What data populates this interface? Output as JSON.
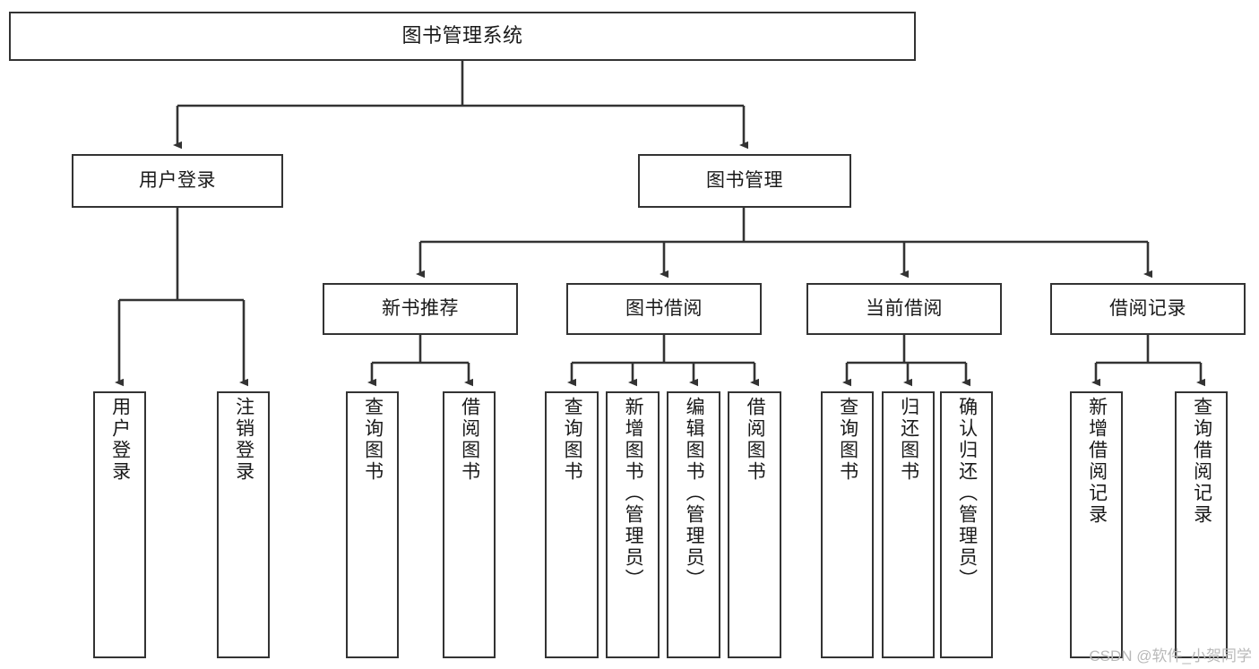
{
  "diagram": {
    "type": "tree",
    "title": "图书管理系统",
    "colors": {
      "box_border": "#333333",
      "box_fill": "#ffffff",
      "line": "#333333",
      "text": "#1a1a1a",
      "watermark": "#b9b9b9"
    },
    "root": {
      "label": "图书管理系统"
    },
    "level1": [
      {
        "label": "用户登录"
      },
      {
        "label": "图书管理"
      }
    ],
    "level2": [
      {
        "label": "新书推荐"
      },
      {
        "label": "图书借阅"
      },
      {
        "label": "当前借阅"
      },
      {
        "label": "借阅记录"
      }
    ],
    "leaves": {
      "user_login": [
        {
          "label": "用户登录"
        },
        {
          "label": "注销登录"
        }
      ],
      "new_book_recommend": [
        {
          "label": "查询图书"
        },
        {
          "label": "借阅图书"
        }
      ],
      "book_borrow": [
        {
          "label": "查询图书"
        },
        {
          "label": "新增图书（管理员）"
        },
        {
          "label": "编辑图书（管理员）"
        },
        {
          "label": "借阅图书"
        }
      ],
      "current_borrow": [
        {
          "label": "查询图书"
        },
        {
          "label": "归还图书"
        },
        {
          "label": "确认归还（管理员）"
        }
      ],
      "borrow_record": [
        {
          "label": "新增借阅记录"
        },
        {
          "label": "查询借阅记录"
        }
      ]
    }
  },
  "watermark": {
    "text": "CSDN @软件_小贺同学"
  }
}
